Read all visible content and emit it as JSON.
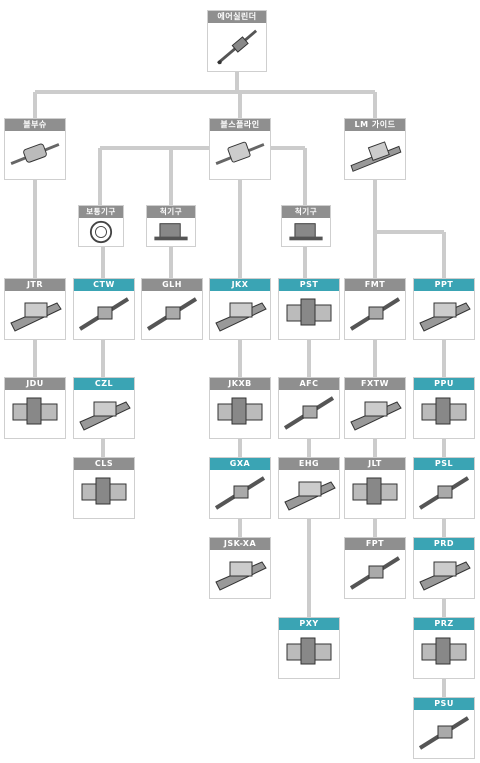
{
  "diagram": {
    "root": {
      "id": "air_cylinder",
      "label": "에어실린더"
    },
    "level1": [
      {
        "id": "ball_bushing",
        "label": "볼부슈"
      },
      {
        "id": "ball_spline",
        "label": "볼스플라인"
      },
      {
        "id": "lm_guide",
        "label": "LM 가이드"
      }
    ],
    "bearing_types": [
      {
        "id": "bearing_a",
        "label": "보통기구"
      },
      {
        "id": "bearing_b",
        "label": "척기구"
      },
      {
        "id": "bearing_c",
        "label": "척기구"
      }
    ],
    "products": [
      {
        "id": "jtr",
        "label": "JTR",
        "style": "gray"
      },
      {
        "id": "jdu",
        "label": "JDU",
        "style": "gray"
      },
      {
        "id": "ctw",
        "label": "CTW",
        "style": "teal"
      },
      {
        "id": "czl",
        "label": "CZL",
        "style": "teal"
      },
      {
        "id": "cls",
        "label": "CLS",
        "style": "gray"
      },
      {
        "id": "glh",
        "label": "GLH",
        "style": "gray"
      },
      {
        "id": "jkx",
        "label": "JKX",
        "style": "teal"
      },
      {
        "id": "jkxb",
        "label": "JKXB",
        "style": "gray"
      },
      {
        "id": "gxa",
        "label": "GXA",
        "style": "teal"
      },
      {
        "id": "jskxa",
        "label": "JSK-XA",
        "style": "gray"
      },
      {
        "id": "pst",
        "label": "PST",
        "style": "teal"
      },
      {
        "id": "afc",
        "label": "AFC",
        "style": "gray"
      },
      {
        "id": "ehg",
        "label": "EHG",
        "style": "gray"
      },
      {
        "id": "pxy",
        "label": "PXY",
        "style": "teal"
      },
      {
        "id": "fmt",
        "label": "FMT",
        "style": "gray"
      },
      {
        "id": "fxtw",
        "label": "FXTW",
        "style": "gray"
      },
      {
        "id": "jlt",
        "label": "JLT",
        "style": "gray"
      },
      {
        "id": "fpt",
        "label": "FPT",
        "style": "gray"
      },
      {
        "id": "ppt",
        "label": "PPT",
        "style": "teal"
      },
      {
        "id": "ppu",
        "label": "PPU",
        "style": "teal"
      },
      {
        "id": "psl",
        "label": "PSL",
        "style": "teal"
      },
      {
        "id": "prd",
        "label": "PRD",
        "style": "teal"
      },
      {
        "id": "prz",
        "label": "PRZ",
        "style": "teal"
      },
      {
        "id": "psu",
        "label": "PSU",
        "style": "teal"
      }
    ],
    "colors": {
      "connector": "#cccccc",
      "label_gray": "#8f8f8f",
      "label_teal": "#3aa4b4",
      "node_border": "#cfcfcf"
    }
  }
}
